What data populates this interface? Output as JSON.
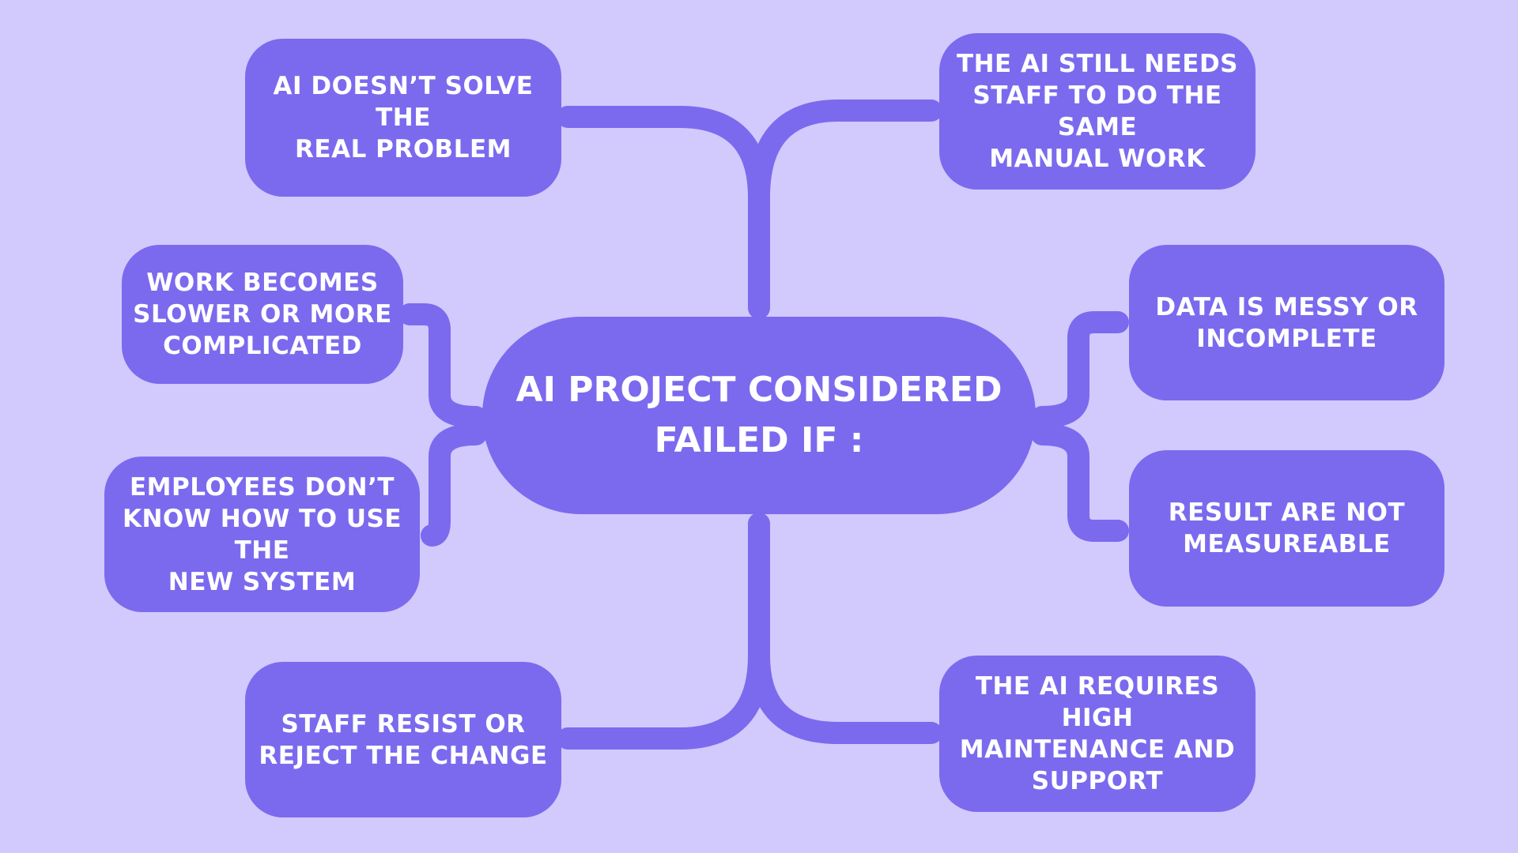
{
  "colors": {
    "background": "#d2c9fd",
    "node": "#7b6aee",
    "connector": "#7b6aee",
    "text": "#ffffff"
  },
  "center": {
    "text": "AI PROJECT CONSIDERED\nFAILED IF :"
  },
  "nodes": {
    "solve_problem": "AI DOESN’T SOLVE THE\nREAL PROBLEM",
    "manual_work": "THE AI STILL NEEDS\nSTAFF TO DO THE SAME\nMANUAL WORK",
    "slower_work": "WORK BECOMES\nSLOWER OR MORE\nCOMPLICATED",
    "messy_data": "DATA IS MESSY OR\nINCOMPLETE",
    "employees_training": "EMPLOYEES DON’T\nKNOW HOW TO USE THE\nNEW SYSTEM",
    "not_measurable": "RESULT ARE NOT\nMEASUREABLE",
    "staff_resist": "STAFF RESIST OR\nREJECT THE CHANGE",
    "high_maintenance": "THE AI REQUIRES HIGH\nMAINTENANCE AND\nSUPPORT"
  }
}
